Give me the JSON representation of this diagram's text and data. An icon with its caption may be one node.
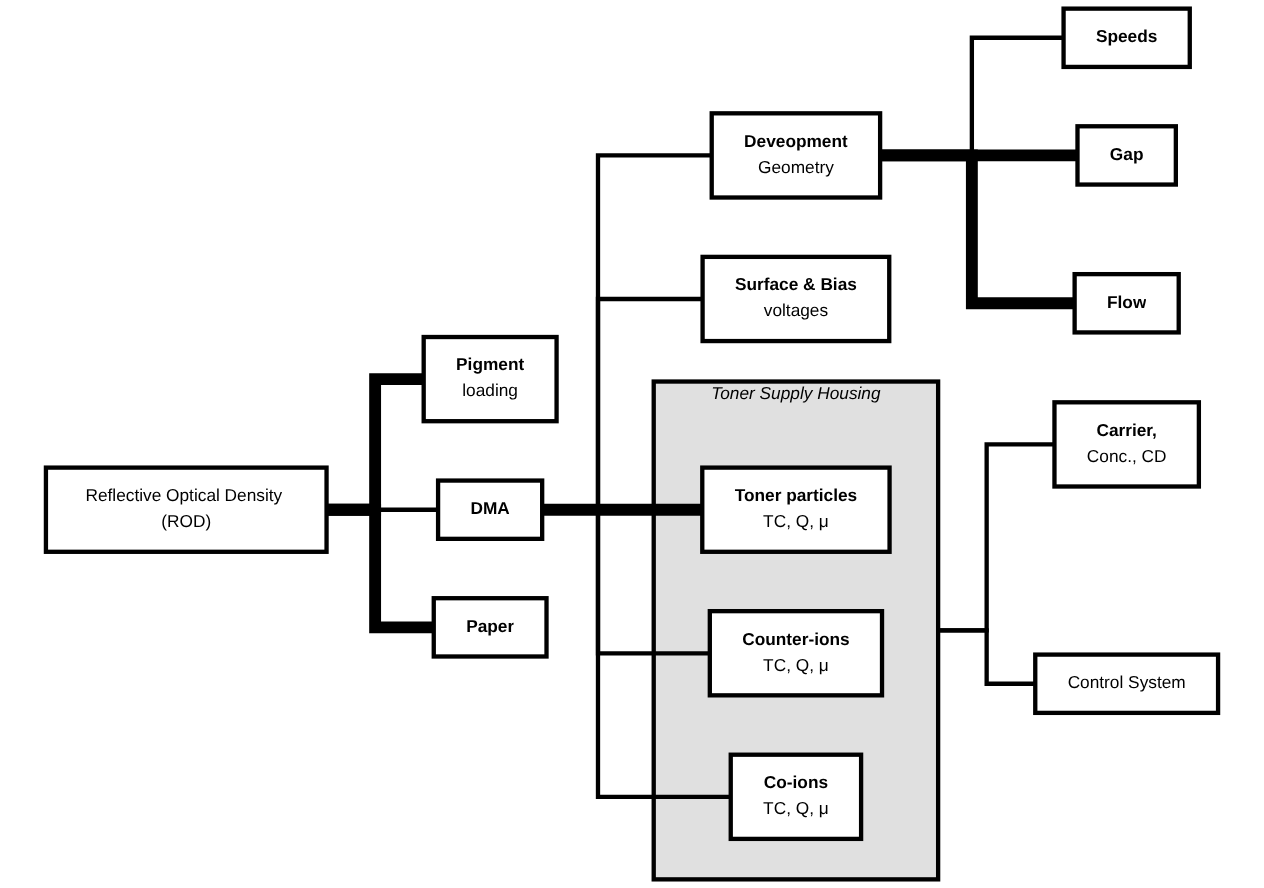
{
  "diagram": {
    "nodes": [
      {
        "text": [
          "Reflective Optical Density (ROD)"
        ]
      },
      {
        "text": [
          "Pigment",
          "loading"
        ]
      },
      {
        "text": [
          "DMA"
        ]
      },
      {
        "text": [
          "Paper"
        ]
      },
      {
        "text": [
          "Surface & Bias",
          "voltages"
        ]
      },
      {
        "text": [
          "Deveopment",
          "Geometry"
        ]
      },
      {
        "text": [
          "Speeds"
        ]
      },
      {
        "text": [
          "Gap"
        ]
      },
      {
        "text": [
          "Flow"
        ]
      },
      {
        "text": [
          "Toner Supply Housing"
        ]
      },
      {
        "text": [
          "Toner particles",
          "TC, Q, μ"
        ],
        "in": 9
      },
      {
        "text": [
          "Counter-ions",
          "TC, Q, μ"
        ],
        "in": 9
      },
      {
        "text": [
          "Co-ions",
          "TC, Q, μ"
        ],
        "in": 9
      },
      {
        "text": [
          "Carrier,",
          "Conc., CD"
        ]
      },
      {
        "text": [
          "Control System"
        ]
      }
    ],
    "edges": [
      {
        "from": 0,
        "to": 1,
        "arrow": "none",
        "style": "thick"
      },
      {
        "from": 0,
        "to": 2,
        "arrow": "none"
      },
      {
        "from": 0,
        "to": 3,
        "arrow": "none",
        "style": "thick"
      },
      {
        "from": 2,
        "to": 4,
        "arrow": "none"
      },
      {
        "from": 2,
        "to": 5,
        "arrow": "none"
      },
      {
        "from": 2,
        "to": 10,
        "arrow": "none",
        "style": "thick"
      },
      {
        "from": 2,
        "to": 11,
        "arrow": "none"
      },
      {
        "from": 2,
        "to": 12,
        "arrow": "none"
      },
      {
        "from": 5,
        "to": 6,
        "arrow": "none"
      },
      {
        "from": 5,
        "to": 7,
        "arrow": "none",
        "style": "thick"
      },
      {
        "from": 5,
        "to": 8,
        "arrow": "none",
        "style": "thick"
      },
      {
        "from": 9,
        "to": 13,
        "arrow": "none"
      },
      {
        "from": 9,
        "to": 14,
        "arrow": "none"
      }
    ]
  }
}
